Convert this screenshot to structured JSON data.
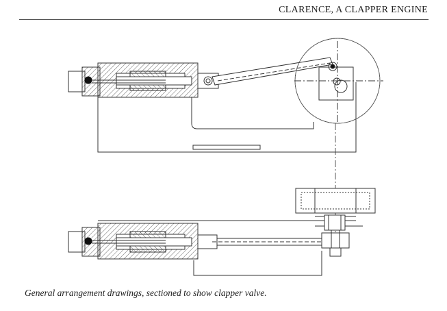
{
  "page": {
    "running_head": "CLARENCE, A CLAPPER ENGINE",
    "caption": "General arrangement drawings, sectioned to show clapper valve."
  },
  "drawing": {
    "views": [
      "elevation-section",
      "plan-section"
    ],
    "colors": {
      "line": "#333333",
      "hatch": "#555555",
      "centerline": "#444444"
    }
  }
}
